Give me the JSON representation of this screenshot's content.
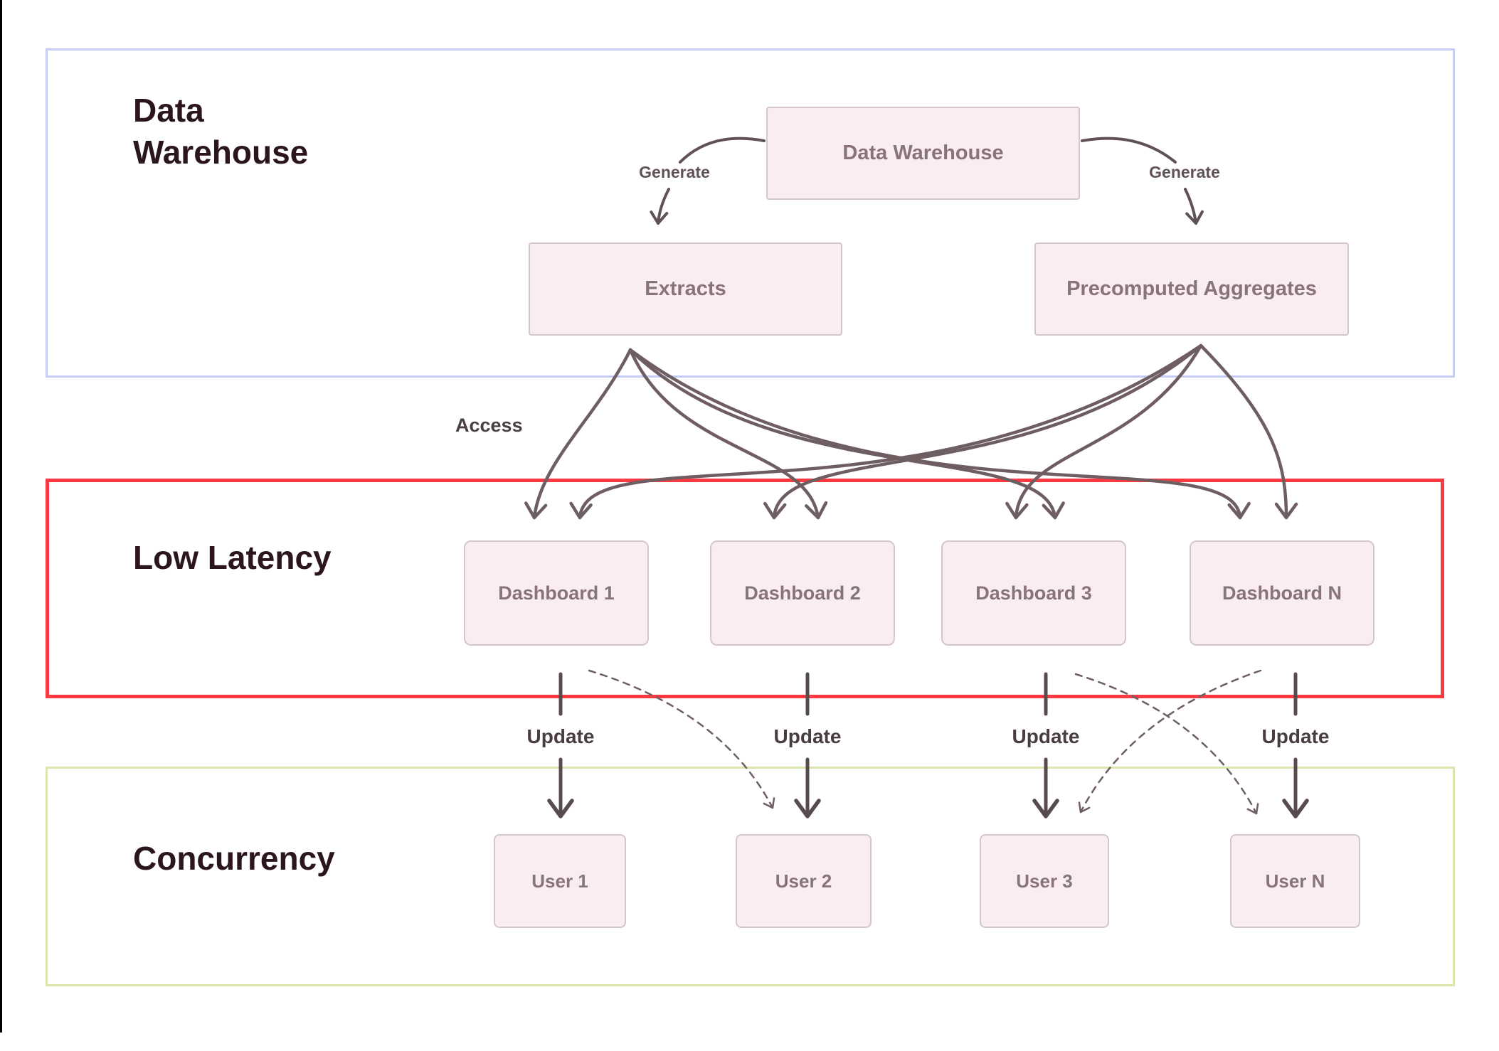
{
  "diagram": {
    "type": "architecture-diagram",
    "sections": [
      {
        "title": "Data Warehouse",
        "border_color": "#c7ccf5"
      },
      {
        "title": "Low Latency",
        "border_color": "#fa3a43"
      },
      {
        "title": "Concurrency",
        "border_color": "#d9e7ae"
      }
    ],
    "nodes": {
      "warehouse": "Data Warehouse",
      "extracts": "Extracts",
      "precomputed": "Precomputed Aggregates",
      "dashboards": [
        "Dashboard 1",
        "Dashboard 2",
        "Dashboard 3",
        "Dashboard N"
      ],
      "users": [
        "User 1",
        "User 2",
        "User 3",
        "User N"
      ]
    },
    "labels": {
      "generate": "Generate",
      "access": "Access",
      "update": "Update"
    },
    "edges": [
      {
        "from": "Data Warehouse",
        "to": "Extracts",
        "label": "Generate",
        "style": "solid-curved"
      },
      {
        "from": "Data Warehouse",
        "to": "Precomputed Aggregates",
        "label": "Generate",
        "style": "solid-curved"
      },
      {
        "from": "Extracts",
        "to": "Dashboard 1",
        "label": "Access",
        "style": "solid-curved"
      },
      {
        "from": "Extracts",
        "to": "Dashboard 2",
        "label": "Access",
        "style": "solid-curved"
      },
      {
        "from": "Extracts",
        "to": "Dashboard 3",
        "label": "Access",
        "style": "solid-curved"
      },
      {
        "from": "Extracts",
        "to": "Dashboard N",
        "label": "Access",
        "style": "solid-curved"
      },
      {
        "from": "Precomputed Aggregates",
        "to": "Dashboard 1",
        "label": "Access",
        "style": "solid-curved"
      },
      {
        "from": "Precomputed Aggregates",
        "to": "Dashboard 2",
        "label": "Access",
        "style": "solid-curved"
      },
      {
        "from": "Precomputed Aggregates",
        "to": "Dashboard 3",
        "label": "Access",
        "style": "solid-curved"
      },
      {
        "from": "Precomputed Aggregates",
        "to": "Dashboard N",
        "label": "Access",
        "style": "solid-curved"
      },
      {
        "from": "Dashboard 1",
        "to": "User 1",
        "label": "Update",
        "style": "solid-straight"
      },
      {
        "from": "Dashboard 2",
        "to": "User 2",
        "label": "Update",
        "style": "solid-straight"
      },
      {
        "from": "Dashboard 3",
        "to": "User 3",
        "label": "Update",
        "style": "solid-straight"
      },
      {
        "from": "Dashboard N",
        "to": "User N",
        "label": "Update",
        "style": "solid-straight"
      },
      {
        "from": "Dashboard 1",
        "to": "User 2",
        "label": "",
        "style": "dashed-curved"
      },
      {
        "from": "Dashboard 3",
        "to": "User N",
        "label": "",
        "style": "dashed-curved"
      },
      {
        "from": "Dashboard N",
        "to": "User 3",
        "label": "",
        "style": "dashed-curved"
      }
    ],
    "colors": {
      "node_fill": "#faedef",
      "node_border": "#d5c7c9",
      "node_text": "#877379",
      "section_title_text": "#2b161b",
      "arrow": "#6f5e61",
      "stem_arrow": "#584b4e",
      "label_text": "#4b3f44",
      "window_edge": "#000000"
    }
  }
}
